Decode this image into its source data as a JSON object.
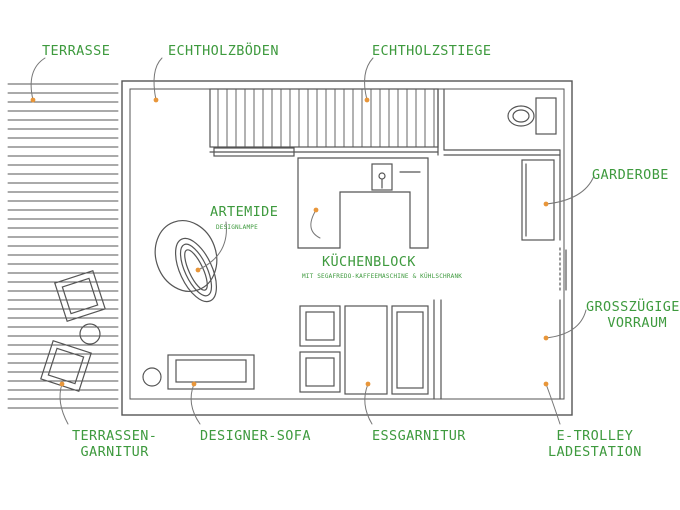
{
  "labels": {
    "terrasse": "Terrasse",
    "echtholzboeden": "Echtholzböden",
    "echtholzstiege": "Echtholzstiege",
    "garderobe": "Garderobe",
    "artemide": "Artemide",
    "designlampe": "Designlampe",
    "kuechenblock": "Küchenblock",
    "kuechen_sub_1": "mit Segafredo-Kaffeemaschine",
    "kuechen_sub_2": "& Kühlschrank",
    "vorraum_1": "Grosszügiger",
    "vorraum_2": "Vorraum",
    "terrassen_1": "Terrassen-",
    "terrassen_2": "Garnitur",
    "designer_sofa": "Designer-Sofa",
    "essgarnitur": "Essgarnitur",
    "etrolley_1": "E-Trolley",
    "etrolley_2": "Ladestation"
  },
  "colors": {
    "accent": "#3e9a3e",
    "marker": "#e8963a",
    "line": "#555555"
  }
}
